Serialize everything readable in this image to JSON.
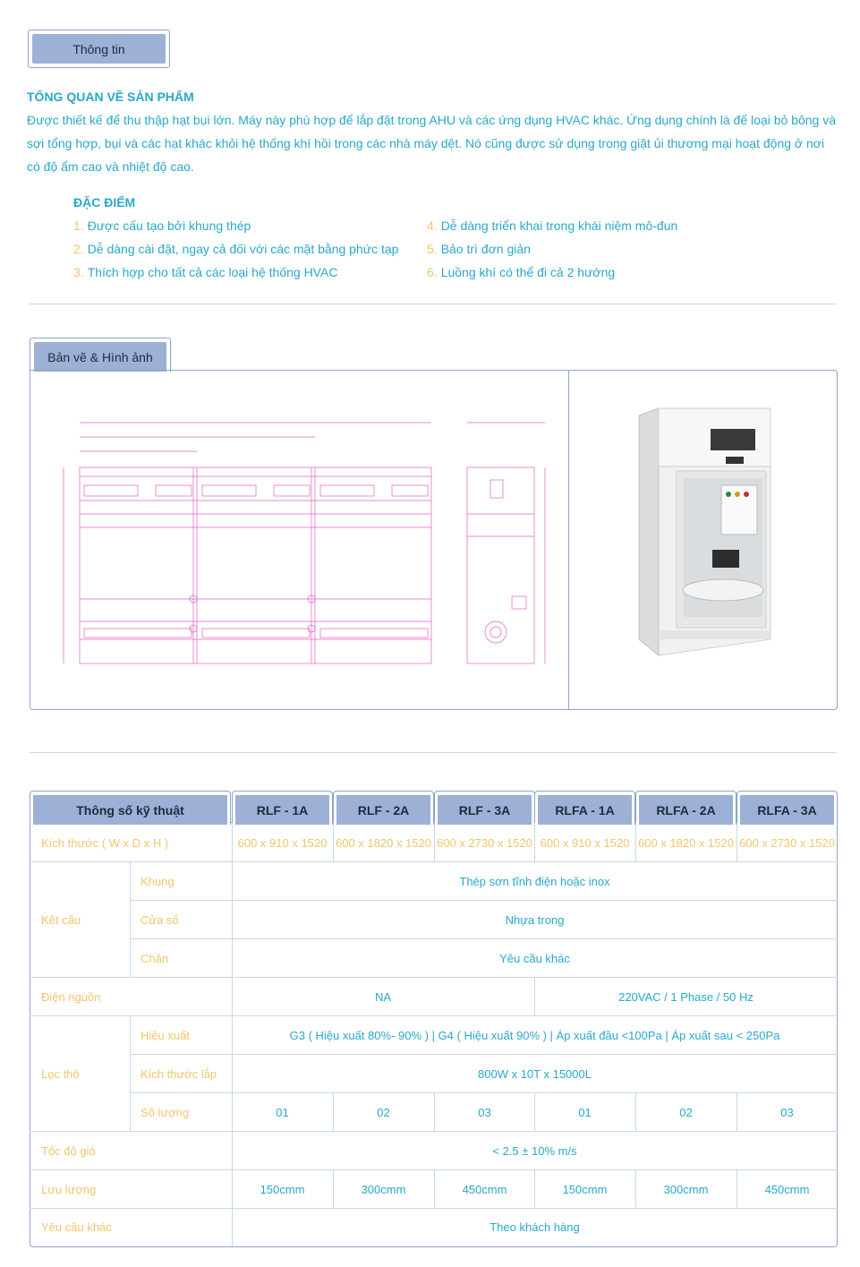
{
  "tabs": {
    "info": "Thông tin",
    "drawing": "Bản vẽ & Hình ảnh"
  },
  "overview": {
    "title": "TỔNG QUAN VỀ SẢN PHẨM",
    "text": "Được thiết kế để thu thập hạt bụi lớn. Máy này phù hợp để lắp đặt trong AHU và các ứng dụng HVAC khác. Ứng dụng chính là để loại bỏ bông và sợi tổng hợp, bụi và các hạt khác khỏi hệ thống khí hồi trong các nhà máy dệt. Nó cũng được sử dụng trong giặt ủi thương mại hoạt động ở nơi có độ ẩm cao và nhiệt độ cao."
  },
  "features": {
    "title": "ĐẶC ĐIỂM",
    "items": [
      {
        "num": "1.",
        "text": "Được cấu tạo bởi khung thép"
      },
      {
        "num": "2.",
        "text": "Dễ dàng cài đặt, ngay cả đối với các mặt bằng phức tạp"
      },
      {
        "num": "3.",
        "text": "Thích hợp cho tất cả các loại hệ thống HVAC"
      },
      {
        "num": "4.",
        "text": "Dễ dàng triển khai trong khái niệm mô-đun"
      },
      {
        "num": "5.",
        "text": "Bảo trì đơn giản"
      },
      {
        "num": "6.",
        "text": "Luồng khí có thể đi cả 2 hướng"
      }
    ]
  },
  "spec": {
    "header": [
      "Thông số kỹ thuật",
      "RLF - 1A",
      "RLF - 2A",
      "RLF - 3A",
      "RLFA - 1A",
      "RLFA - 2A",
      "RLFA - 3A"
    ],
    "size": {
      "label": "Kích thước ( W x D x H )",
      "values": [
        "600 x 910 x 1520",
        "600 x 1820 x 1520",
        "600 x 2730 x 1520",
        "600 x 910 x 1520",
        "600 x 1820 x 1520",
        "600 x 2730 x 1520"
      ]
    },
    "structure": {
      "label": "Kết cấu",
      "frame": {
        "label": "Khung",
        "value": "Thép sơn tĩnh điện hoặc inox"
      },
      "window": {
        "label": "Cửa sổ",
        "value": "Nhựa trong"
      },
      "legs": {
        "label": "Chân",
        "value": "Yêu cầu khác"
      }
    },
    "power": {
      "label": "Điện nguồn",
      "value_a": "NA",
      "value_b": "220VAC / 1 Phase / 50 Hz"
    },
    "filter": {
      "label": "Lọc thô",
      "efficiency": {
        "label": "Hiệu xuất",
        "value": "G3 ( Hiệu xuất 80%- 90% ) | G4 ( Hiệu xuất 90% ) | Áp xuất đầu <100Pa | Áp xuất sau < 250Pa"
      },
      "size": {
        "label": "Kích thước lắp",
        "value": "800W x 10T x 15000L"
      },
      "qty": {
        "label": "Số lượng",
        "values": [
          "01",
          "02",
          "03",
          "01",
          "02",
          "03"
        ]
      }
    },
    "speed": {
      "label": "Tốc độ gió",
      "value": "< 2.5 ± 10% m/s"
    },
    "flow": {
      "label": "Lưu lượng",
      "values": [
        "150cmm",
        "300cmm",
        "450cmm",
        "150cmm",
        "300cmm",
        "450cmm"
      ]
    },
    "other": {
      "label": "Yêu cầu khác",
      "value": "Theo khách hàng"
    }
  }
}
